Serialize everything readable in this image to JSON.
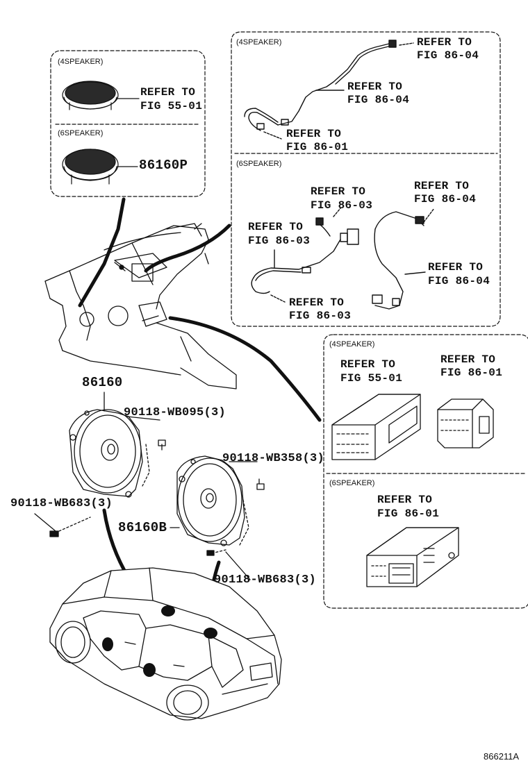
{
  "sections": {
    "four_speaker": "(4SPEAKER)",
    "six_speaker": "(6SPEAKER)"
  },
  "callouts": {
    "tweeter4_line1": "REFER TO",
    "tweeter4_line2": "FIG 55-01",
    "tweeter6_part": "86160P",
    "harness4_top_line1": "REFER TO",
    "harness4_top_line2": "FIG 86-04",
    "harness4_mid_line1": "REFER TO",
    "harness4_mid_line2": "FIG 86-04",
    "harness4_low_line1": "REFER TO",
    "harness4_low_line2": "FIG 86-01",
    "harness6_a_line1": "REFER TO",
    "harness6_a_line2": "FIG 86-03",
    "harness6_b_line1": "REFER TO",
    "harness6_b_line2": "FIG 86-04",
    "harness6_c_line1": "REFER TO",
    "harness6_c_line2": "FIG 86-03",
    "harness6_d_line1": "REFER TO",
    "harness6_d_line2": "FIG 86-04",
    "harness6_e_line1": "REFER TO",
    "harness6_e_line2": "FIG 86-03",
    "unit4_left_line1": "REFER TO",
    "unit4_left_line2": "FIG 55-01",
    "unit4_right_line1": "REFER TO",
    "unit4_right_line2": "FIG 86-01",
    "unit6_line1": "REFER TO",
    "unit6_line2": "FIG 86-01"
  },
  "parts": {
    "front_speaker": "86160",
    "front_screw": "90118-WB095(3)",
    "front_bolt": "90118-WB683(3)",
    "rear_screw": "90118-WB358(3)",
    "rear_speaker": "86160B",
    "rear_bolt": "90118-WB683(3)"
  },
  "diagram_id": "866211A"
}
